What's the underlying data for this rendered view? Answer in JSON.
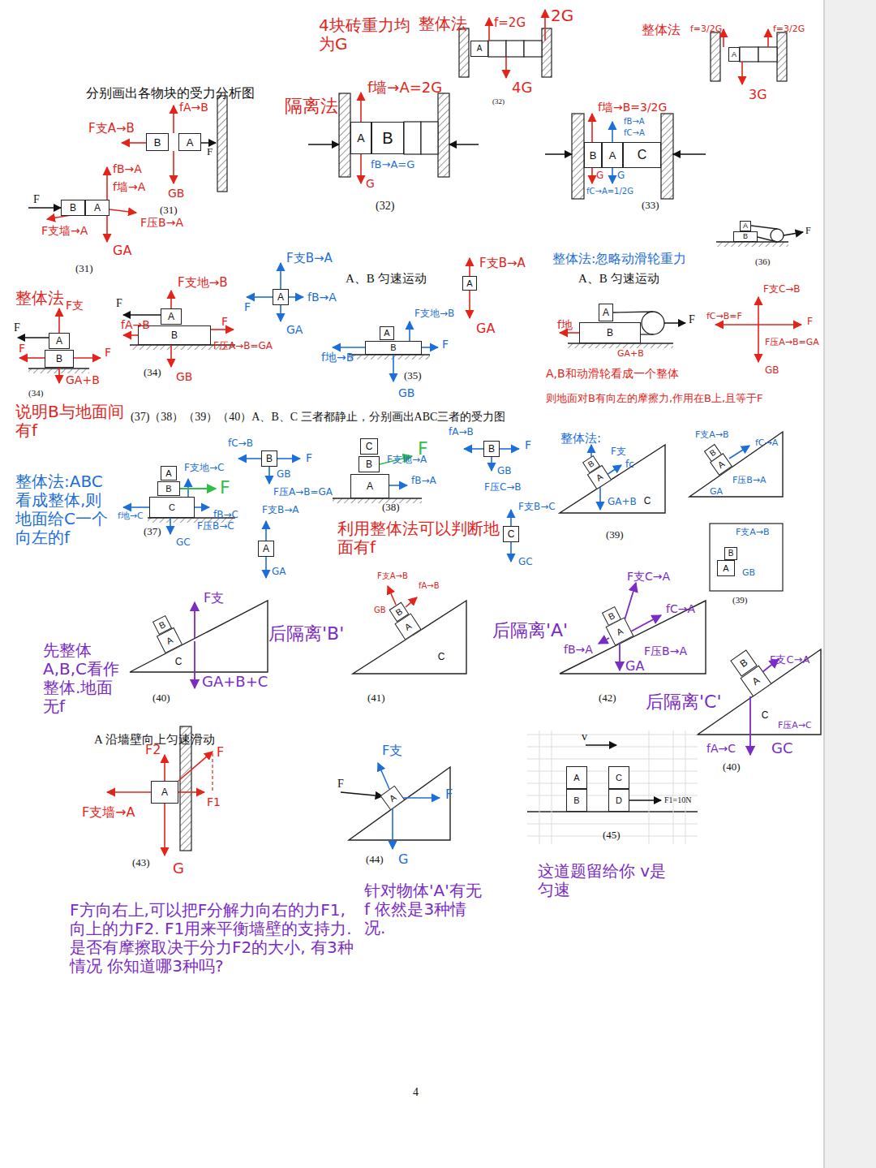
{
  "diagram": {
    "nodes": [
      {
        "text": [
          "A"
        ]
      },
      {
        "text": [
          "A"
        ]
      },
      {
        "text": [
          "B"
        ]
      },
      {
        "text": [
          "A"
        ]
      },
      {
        "text": [
          "A"
        ]
      },
      {
        "text": [
          "B"
        ]
      },
      {
        "text": [
          "B"
        ]
      },
      {
        "text": [
          "A"
        ]
      },
      {
        "text": [
          "C"
        ]
      },
      {
        "text": [
          "B"
        ]
      },
      {
        "text": [
          "A"
        ]
      },
      {
        "text": [
          "A"
        ]
      },
      {
        "text": [
          "B"
        ]
      },
      {
        "text": [
          "A"
        ]
      },
      {
        "text": [
          "A"
        ]
      },
      {
        "text": [
          "A"
        ]
      },
      {
        "text": [
          "B"
        ]
      },
      {
        "text": [
          "A"
        ]
      },
      {
        "text": [
          "B"
        ]
      },
      {
        "text": [
          "A"
        ]
      },
      {
        "text": [
          "B"
        ]
      },
      {
        "text": [
          "A"
        ]
      },
      {
        "text": [
          "B"
        ]
      },
      {
        "text": [
          "B"
        ]
      },
      {
        "text": [
          "C"
        ]
      },
      {
        "text": [
          "B"
        ]
      },
      {
        "text": [
          "A"
        ]
      },
      {
        "text": [
          "B"
        ]
      },
      {
        "text": [
          "C"
        ]
      },
      {
        "text": [
          "B"
        ]
      },
      {
        "text": [
          "A"
        ]
      },
      {
        "text": [
          "B"
        ]
      },
      {
        "text": [
          "A"
        ]
      },
      {
        "text": [
          "C"
        ]
      },
      {
        "text": [
          "B"
        ]
      },
      {
        "text": [
          "A"
        ]
      },
      {
        "text": [
          "C"
        ]
      },
      {
        "text": [
          "A"
        ]
      },
      {
        "text": [
          "B"
        ]
      },
      {
        "text": [
          "A"
        ]
      },
      {
        "text": [
          "B"
        ]
      },
      {
        "text": [
          "B"
        ]
      },
      {
        "text": [
          "B"
        ]
      },
      {
        "text": [
          "A"
        ]
      },
      {
        "text": [
          "A"
        ]
      },
      {
        "text": [
          "A"
        ]
      },
      {
        "text": [
          "C"
        ]
      },
      {
        "text": [
          "C"
        ]
      },
      {
        "text": [
          "B"
        ]
      },
      {
        "text": [
          "A"
        ]
      },
      {
        "text": [
          "C"
        ]
      },
      {
        "text": [
          "A"
        ]
      },
      {
        "text": [
          "A"
        ]
      },
      {
        "text": [
          "C"
        ]
      },
      {
        "text": [
          "A"
        ]
      },
      {
        "text": [
          "B"
        ]
      },
      {
        "text": [
          "D"
        ]
      }
    ],
    "labels": [
      "4块砖重力均为G",
      "整体法",
      "f=2G",
      "2G",
      "整体法",
      "f=3/2G",
      "f=3/2G",
      "分别画出各物块的受力分析图",
      "隔离法",
      "fA→B",
      "f墙→A=2G",
      "4G",
      "(32)",
      "3G",
      "f墙→B=3/2G",
      "F支A→B",
      "fB→A",
      "fC→A",
      "F",
      "fB→A",
      "fB→A=G",
      "G",
      "G",
      "G",
      "f墙→A",
      "GB",
      "fC→A=1/2G",
      "F",
      "(31)",
      "(32)",
      "(33)",
      "F压B→A",
      "F支墙→A",
      "GA",
      "(36)",
      "F",
      "整体法:忽略动滑轮重力",
      "(31)",
      "F支B→A",
      "F支B→A",
      "A、B 匀速运动",
      "A、B 匀速运动",
      "整体法",
      "F支地→B",
      "F支",
      "F",
      "F",
      "fB→A",
      "F支C→B",
      "F支地→B",
      "fA→B",
      "F",
      "F",
      "f地",
      "F",
      "fC→B=F",
      "F",
      "GA",
      "GA",
      "F",
      "F",
      "F",
      "F压A→B=GA",
      "f地→B",
      "F压A→B=GA",
      "GA+B",
      "GB",
      "(34)",
      "GB",
      "(35)",
      "GA+B",
      "A,B和动滑轮看成一个整体",
      "GB",
      "(34)",
      "则地面对B有向左的摩擦力,作用在B上,且等于F",
      "说明B与地面间有f",
      "(37)（38）（39）（40）A、B、C 三者都静止，分别画出ABC三者的受力图",
      "fA→B",
      "整体法:",
      "F支A→B",
      "fC→B",
      "F",
      "F",
      "F",
      "F支",
      "fC→A",
      "F支地→C",
      "fc",
      "F支地→A",
      "GB",
      "GB",
      "整体法:ABC看成整体,则地面给C一个向左的f",
      "F",
      "fB→A",
      "F压B→A",
      "F压A→B=GA",
      "F压C→B",
      "fB→C",
      "GA+B",
      "GA",
      "F支B→A",
      "F支B→C",
      "利用整体法可以判断地面有f",
      "f地→C",
      "F压B→C",
      "(37)",
      "(38)",
      "(39)",
      "F支A→B",
      "GC",
      "GC",
      "GB",
      "GA",
      "(39)",
      "F支A→B",
      "fA→B",
      "F支C→A",
      "F支",
      "fC→A",
      "后隔离'B'",
      "后隔离'A'",
      "GB",
      "先整体 A,B,C看作整体.地面无f",
      "fB→A",
      "F压B→A",
      "F支C→A",
      "GA",
      "GA+B+C",
      "(40)",
      "(41)",
      "(42)",
      "后隔离'C'",
      "F压A→C",
      "A 沿墙壁向上匀速滑动",
      "v",
      "fA→C",
      "F2",
      "F支",
      "F",
      "GC",
      "(40)",
      "F",
      "F1=10N",
      "F支墙→A",
      "F",
      "F1",
      "(43)",
      "(44)",
      "(45)",
      "这道题留给你 v是匀速",
      "G",
      "G",
      "针对物体'A'有无f 依然是3种情况.",
      "F方向右上,可以把F分解力向右的力F1,向上的力F2. F1用来平衡墙壁的支持力. 是否有摩擦取决于分力F2的大小, 有3种情况 你知道哪3种吗?",
      "4"
    ]
  }
}
